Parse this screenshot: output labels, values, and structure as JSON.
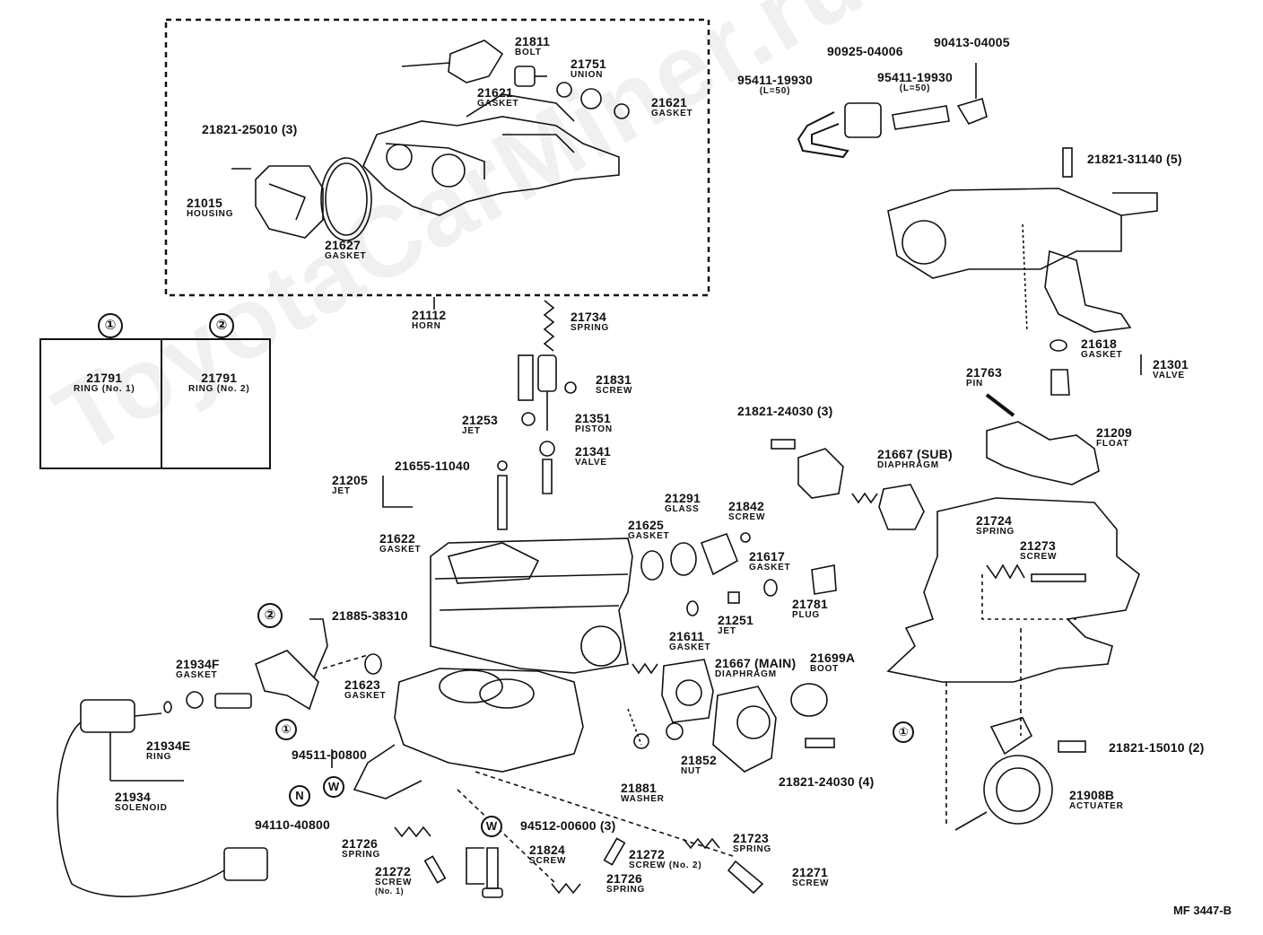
{
  "watermark": "ToyotaCarMiner.ru",
  "figure_code": "MF 3447-B",
  "callouts": {
    "one": "①",
    "two": "②",
    "N": "N",
    "W": "W"
  },
  "parts": {
    "p21811": {
      "num": "21811",
      "desc": "BOLT"
    },
    "p21751": {
      "num": "21751",
      "desc": "UNION"
    },
    "p21621a": {
      "num": "21621",
      "desc": "GASKET"
    },
    "p21621b": {
      "num": "21621",
      "desc": "GASKET"
    },
    "p21821_25010": {
      "num": "21821-25010 (3)"
    },
    "p21015": {
      "num": "21015",
      "desc": "HOUSING"
    },
    "p21627": {
      "num": "21627",
      "desc": "GASKET"
    },
    "p21112": {
      "num": "21112",
      "desc": "HORN"
    },
    "p21734": {
      "num": "21734",
      "desc": "SPRING"
    },
    "p90925": {
      "num": "90925-04006"
    },
    "p90413": {
      "num": "90413-04005"
    },
    "p95411a": {
      "num": "95411-19930",
      "desc": "(L=50)"
    },
    "p95411b": {
      "num": "95411-19930",
      "desc": "(L=50)"
    },
    "p21821_31140": {
      "num": "21821-31140 (5)"
    },
    "p21618": {
      "num": "21618",
      "desc": "GASKET"
    },
    "p21301": {
      "num": "21301",
      "desc": "VALVE"
    },
    "p21763": {
      "num": "21763",
      "desc": "PIN"
    },
    "p21209": {
      "num": "21209",
      "desc": "FLOAT"
    },
    "p21791a": {
      "num": "21791",
      "desc": "RING (No. 1)"
    },
    "p21791b": {
      "num": "21791",
      "desc": "RING (No. 2)"
    },
    "p21831": {
      "num": "21831",
      "desc": "SCREW"
    },
    "p21253": {
      "num": "21253",
      "desc": "JET"
    },
    "p21351": {
      "num": "21351",
      "desc": "PISTON"
    },
    "p21341": {
      "num": "21341",
      "desc": "VALVE"
    },
    "p21205": {
      "num": "21205",
      "desc": "JET"
    },
    "p21655": {
      "num": "21655-11040"
    },
    "p21622": {
      "num": "21622",
      "desc": "GASKET"
    },
    "p21821_24030_3": {
      "num": "21821-24030 (3)"
    },
    "p21667sub": {
      "num": "21667 (SUB)",
      "desc": "DIAPHRAGM"
    },
    "p21291": {
      "num": "21291",
      "desc": "GLASS"
    },
    "p21842": {
      "num": "21842",
      "desc": "SCREW"
    },
    "p21625": {
      "num": "21625",
      "desc": "GASKET"
    },
    "p21617": {
      "num": "21617",
      "desc": "GASKET"
    },
    "p21724": {
      "num": "21724",
      "desc": "SPRING"
    },
    "p21273": {
      "num": "21273",
      "desc": "SCREW"
    },
    "p21781": {
      "num": "21781",
      "desc": "PLUG"
    },
    "p21251": {
      "num": "21251",
      "desc": "JET"
    },
    "p21611": {
      "num": "21611",
      "desc": "GASKET"
    },
    "p21885": {
      "num": "21885-38310"
    },
    "p21934F": {
      "num": "21934F",
      "desc": "GASKET"
    },
    "p21623": {
      "num": "21623",
      "desc": "GASKET"
    },
    "p21667main": {
      "num": "21667 (MAIN)",
      "desc": "DIAPHRAGM"
    },
    "p21699A": {
      "num": "21699A",
      "desc": "BOOT"
    },
    "p21934E": {
      "num": "21934E",
      "desc": "RING"
    },
    "p94511": {
      "num": "94511-00800"
    },
    "p21852": {
      "num": "21852",
      "desc": "NUT"
    },
    "p21881": {
      "num": "21881",
      "desc": "WASHER"
    },
    "p21821_24030_4": {
      "num": "21821-24030 (4)"
    },
    "p21821_15010": {
      "num": "21821-15010 (2)"
    },
    "p21934": {
      "num": "21934",
      "desc": "SOLENOID"
    },
    "p94110": {
      "num": "94110-40800"
    },
    "p21908B": {
      "num": "21908B",
      "desc": "ACTUATER"
    },
    "p94512": {
      "num": "94512-00600 (3)"
    },
    "p21726a": {
      "num": "21726",
      "desc": "SPRING"
    },
    "p21723": {
      "num": "21723",
      "desc": "SPRING"
    },
    "p21824": {
      "num": "21824",
      "desc": "SCREW"
    },
    "p21272b": {
      "num": "21272",
      "desc": "SCREW (No. 2)"
    },
    "p21272a": {
      "num": "21272",
      "desc": "SCREW",
      "desc2": "(No. 1)"
    },
    "p21726b": {
      "num": "21726",
      "desc": "SPRING"
    },
    "p21271": {
      "num": "21271",
      "desc": "SCREW"
    }
  }
}
